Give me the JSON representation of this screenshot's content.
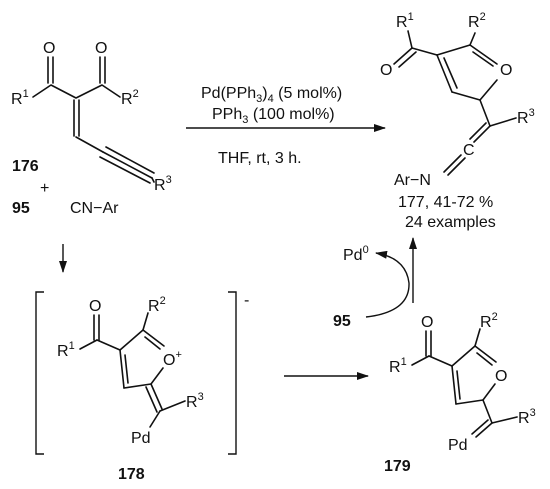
{
  "compounds": {
    "c176": "176",
    "c95": "95",
    "c177": "177",
    "c177_yield": ", 41-72 %",
    "c177_examples": "24 examples",
    "c178": "178",
    "c179": "179",
    "c95_cycle": "95"
  },
  "labels": {
    "R": "R",
    "sup1": "1",
    "sup2": "2",
    "sup3": "3",
    "O": "O",
    "plus_sign": "+",
    "isocyanide": "CN−Ar",
    "ar_n": "Ar−N",
    "C": "C",
    "Pd": "Pd",
    "pd0": "Pd",
    "pd0_sup": "0",
    "charge_plus": "+",
    "charge_minus": "-"
  },
  "conditions": {
    "line1": "Pd(PPh",
    "line1_sub": "3",
    "line1_tail": ")",
    "line1_sub2": "4",
    "line1_end": " (5 mol%)",
    "line2": "PPh",
    "line2_sub": "3",
    "line2_end": " (100 mol%)",
    "line3": "THF, rt, 3 h."
  }
}
